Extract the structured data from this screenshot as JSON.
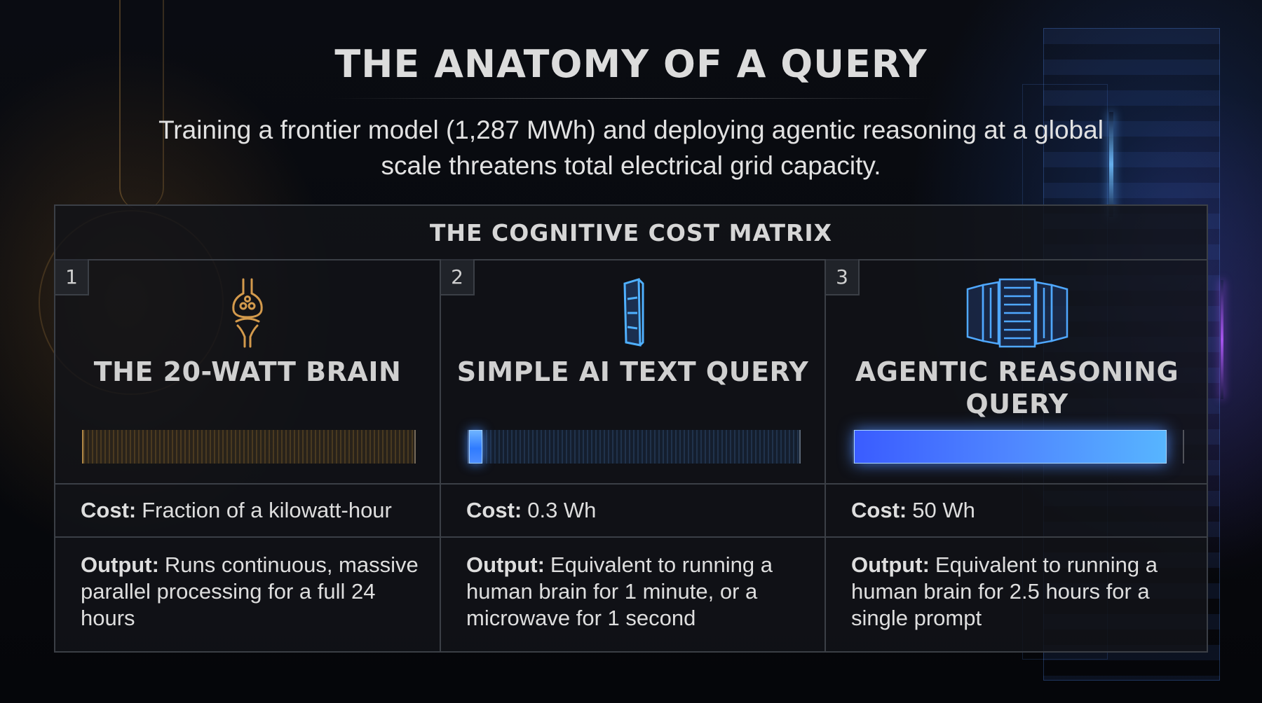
{
  "header": {
    "title": "THE ANATOMY OF A QUERY",
    "subtitle": "Training a frontier model (1,287 MWh) and deploying agentic reasoning at a global scale threatens total electrical grid capacity."
  },
  "matrix": {
    "title": "THE COGNITIVE COST MATRIX",
    "cost_label": "Cost:",
    "output_label": "Output:",
    "columns": [
      {
        "number": "1",
        "icon": "neuron-synapse-icon",
        "title": "THE 20-WATT BRAIN",
        "bar_level": 0.0,
        "bar_color": "#c9924a",
        "cost": "Fraction of a kilowatt-hour",
        "output": "Runs continuous, massive parallel processing for a full 24 hours"
      },
      {
        "number": "2",
        "icon": "server-blade-icon",
        "title": "SIMPLE AI TEXT QUERY",
        "bar_level": 0.04,
        "bar_color": "#3d86ff",
        "cost": "0.3 Wh",
        "output": "Equivalent to running a human brain for 1 minute, or a microwave for 1 second"
      },
      {
        "number": "3",
        "icon": "server-rack-icon",
        "title": "AGENTIC REASONING QUERY",
        "bar_level": 0.95,
        "bar_color": "#4f86ff",
        "cost": "50 Wh",
        "output": "Equivalent to running a human brain for 2.5 hours for a single prompt"
      }
    ]
  }
}
